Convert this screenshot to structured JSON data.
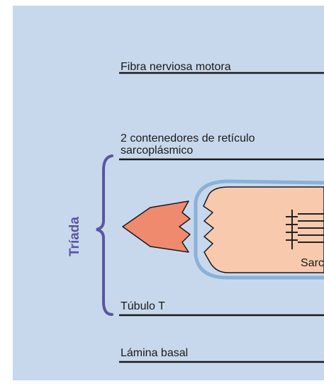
{
  "diagram": {
    "labels": {
      "nerve_fiber": "Fibra nerviosa motora",
      "reticulum_line1": "2  contenedores de retículo",
      "reticulum_line2": "sarcoplásmico",
      "t_tubule": "Túbulo T",
      "basal_lamina": "Lámina basal",
      "triad": "Tríada",
      "sarcomere_partial": "Sarc"
    },
    "colors": {
      "background": "#c8d8ec",
      "border_frame": "#ffffff",
      "leader_lines": "#1a1a1a",
      "brace": "#5a55a5",
      "reticulum_left": "#ef8a6e",
      "muscle_fill": "#f9c9ad",
      "muscle_outline": "#8ab1d8",
      "myofibril_lines": "#222222"
    }
  }
}
